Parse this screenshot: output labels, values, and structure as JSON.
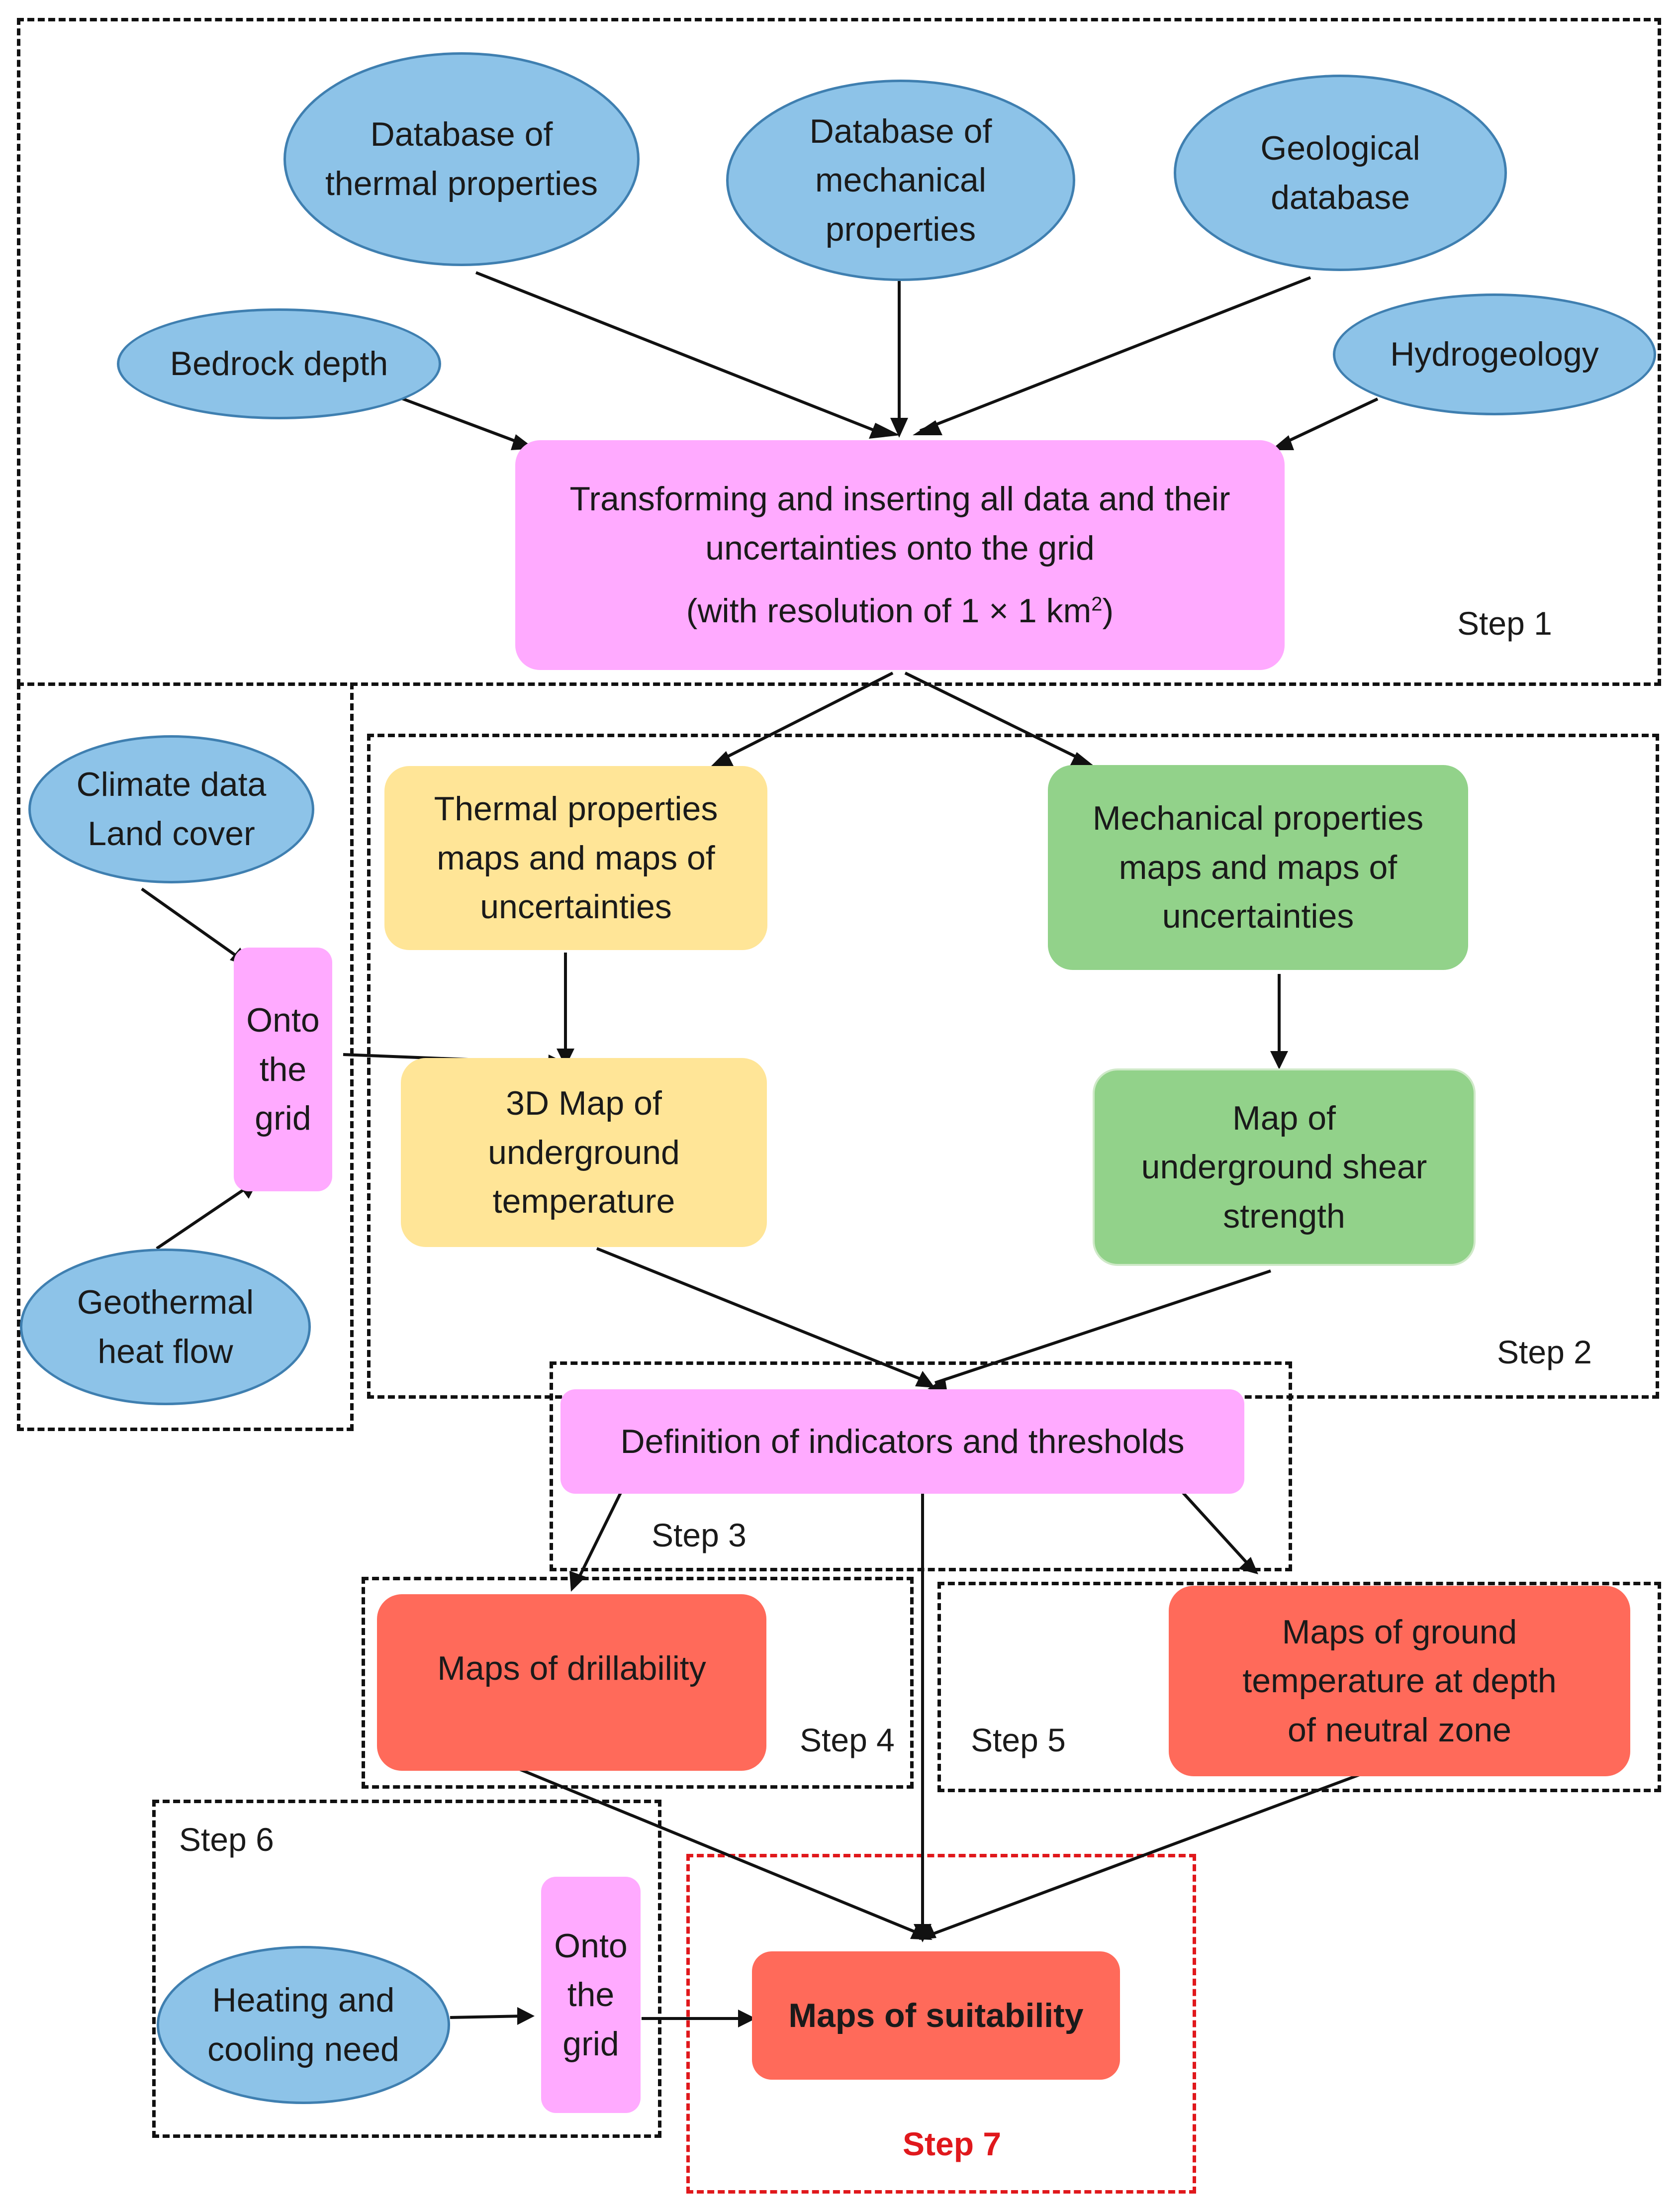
{
  "nodes": {
    "db_thermal": "Database of\nthermal properties",
    "db_mechanical": "Database of\nmechanical\nproperties",
    "geological_db": "Geological\ndatabase",
    "bedrock_depth": "Bedrock depth",
    "hydrogeology": "Hydrogeology",
    "transforming_line1": "Transforming and inserting all data and their",
    "transforming_line2": "uncertainties onto the grid",
    "transforming_line3": "(with resolution of 1 × 1 km",
    "transforming_sup": "2",
    "transforming_close": ")",
    "climate": "Climate data\nLand cover",
    "onto_grid_1": "Onto\nthe\ngrid",
    "geothermal": "Geothermal\nheat flow",
    "thermal_maps": "Thermal properties\nmaps and maps of\nuncertainties",
    "mechanical_maps": "Mechanical properties\nmaps and maps of\nuncertainties",
    "temp_3d": "3D Map of\nunderground\ntemperature",
    "shear_strength": "Map of\nunderground shear\nstrength",
    "indicators": "Definition of indicators and thresholds",
    "drillability": "Maps of drillability",
    "ground_temp": "Maps of ground\ntemperature at depth\nof neutral zone",
    "heating_cooling": "Heating and\ncooling need",
    "onto_grid_2": "Onto\nthe\ngrid",
    "suitability": "Maps of suitability"
  },
  "steps": {
    "step1": "Step 1",
    "step2": "Step 2",
    "step3": "Step 3",
    "step4": "Step 4",
    "step5": "Step 5",
    "step6": "Step 6",
    "step7": "Step 7"
  },
  "colors": {
    "ellipse_fill": "#8dc3e8",
    "pink": "#ffaaff",
    "yellow": "#ffe597",
    "green": "#92d28a",
    "red": "#ff6a5a",
    "step7_accent": "#e0181c"
  }
}
